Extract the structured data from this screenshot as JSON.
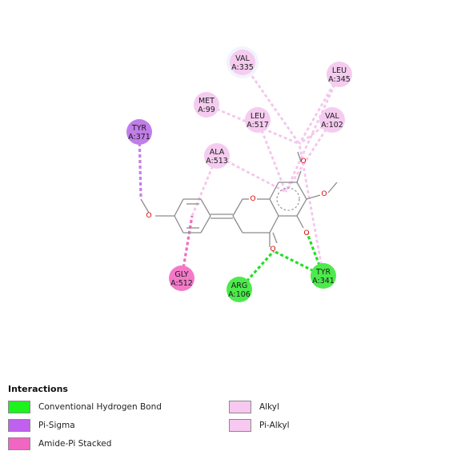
{
  "residues": [
    {
      "id": "val335",
      "line1": "VAL",
      "line2": "A:335",
      "color": "#f5ccf0",
      "halo": true
    },
    {
      "id": "leu345",
      "line1": "LEU",
      "line2": "A:345",
      "color": "#f5ccf0",
      "halo": false
    },
    {
      "id": "met99",
      "line1": "MET",
      "line2": "A:99",
      "color": "#f5ccf0",
      "halo": false
    },
    {
      "id": "leu517",
      "line1": "LEU",
      "line2": "A:517",
      "color": "#f5ccf0",
      "halo": false
    },
    {
      "id": "val102",
      "line1": "VAL",
      "line2": "A:102",
      "color": "#f5ccf0",
      "halo": false
    },
    {
      "id": "tyr371",
      "line1": "TYR",
      "line2": "A:371",
      "color": "#c07ee8",
      "halo": false
    },
    {
      "id": "ala513",
      "line1": "ALA",
      "line2": "A:513",
      "color": "#f5ccf0",
      "halo": false
    },
    {
      "id": "gly512",
      "line1": "GLY",
      "line2": "A:512",
      "color": "#f27ac8",
      "halo": false
    },
    {
      "id": "arg106",
      "line1": "ARG",
      "line2": "A:106",
      "color": "#4dea4d",
      "halo": false
    },
    {
      "id": "tyr341",
      "line1": "TYR",
      "line2": "A:341",
      "color": "#4dea4d",
      "halo": false
    }
  ],
  "interactions": [
    {
      "from": "val335",
      "to": "lig-c1",
      "type": "alkyl",
      "color": "#f5c6ee"
    },
    {
      "from": "leu345",
      "to": "lig-c1",
      "type": "alkyl",
      "color": "#f5c6ee"
    },
    {
      "from": "leu345",
      "to": "ring-c",
      "type": "pi-alkyl",
      "color": "#f5c6ee"
    },
    {
      "from": "met99",
      "to": "lig-c1",
      "type": "alkyl",
      "color": "#f5c6ee"
    },
    {
      "from": "leu517",
      "to": "ring-c",
      "type": "pi-alkyl",
      "color": "#f5c6ee"
    },
    {
      "from": "val102",
      "to": "lig-c1",
      "type": "alkyl",
      "color": "#f5c6ee"
    },
    {
      "from": "val102",
      "to": "ring-c",
      "type": "pi-alkyl",
      "color": "#f5c6ee"
    },
    {
      "from": "ala513",
      "to": "ring-c",
      "type": "pi-alkyl",
      "color": "#f5c6ee"
    },
    {
      "from": "tyr371",
      "to": "lig-c2",
      "type": "pi-sigma",
      "color": "#c77fe6"
    },
    {
      "from": "gly512",
      "to": "ring-a",
      "type": "amide-pi",
      "color": "#f06cc4"
    },
    {
      "from": "ala513",
      "to": "ring-a",
      "type": "pi-alkyl",
      "color": "#f5c6ee"
    },
    {
      "from": "arg106",
      "to": "lig-o-carbonyl",
      "type": "h-bond",
      "color": "#22e022"
    },
    {
      "from": "tyr341",
      "to": "lig-o-carbonyl",
      "type": "h-bond",
      "color": "#22e022"
    },
    {
      "from": "tyr341",
      "to": "lig-o-hydroxyl",
      "type": "h-bond",
      "color": "#22e022"
    },
    {
      "from": "tyr341",
      "to": "lig-c1",
      "type": "pi-alkyl",
      "color": "#f5c6ee"
    }
  ],
  "ligand": {
    "atom_label": "O",
    "bond_color": "#8c8c8c",
    "oxygen_color": "#e00000"
  },
  "legend": {
    "title": "Interactions",
    "items": [
      {
        "label": "Conventional Hydrogen Bond",
        "color": "#1df21d"
      },
      {
        "label": "Pi-Sigma",
        "color": "#c060ee"
      },
      {
        "label": "Amide-Pi Stacked",
        "color": "#f066c2"
      },
      {
        "label": "Alkyl",
        "color": "#f7c8f0"
      },
      {
        "label": "Pi-Alkyl",
        "color": "#f7c8f0"
      }
    ]
  }
}
